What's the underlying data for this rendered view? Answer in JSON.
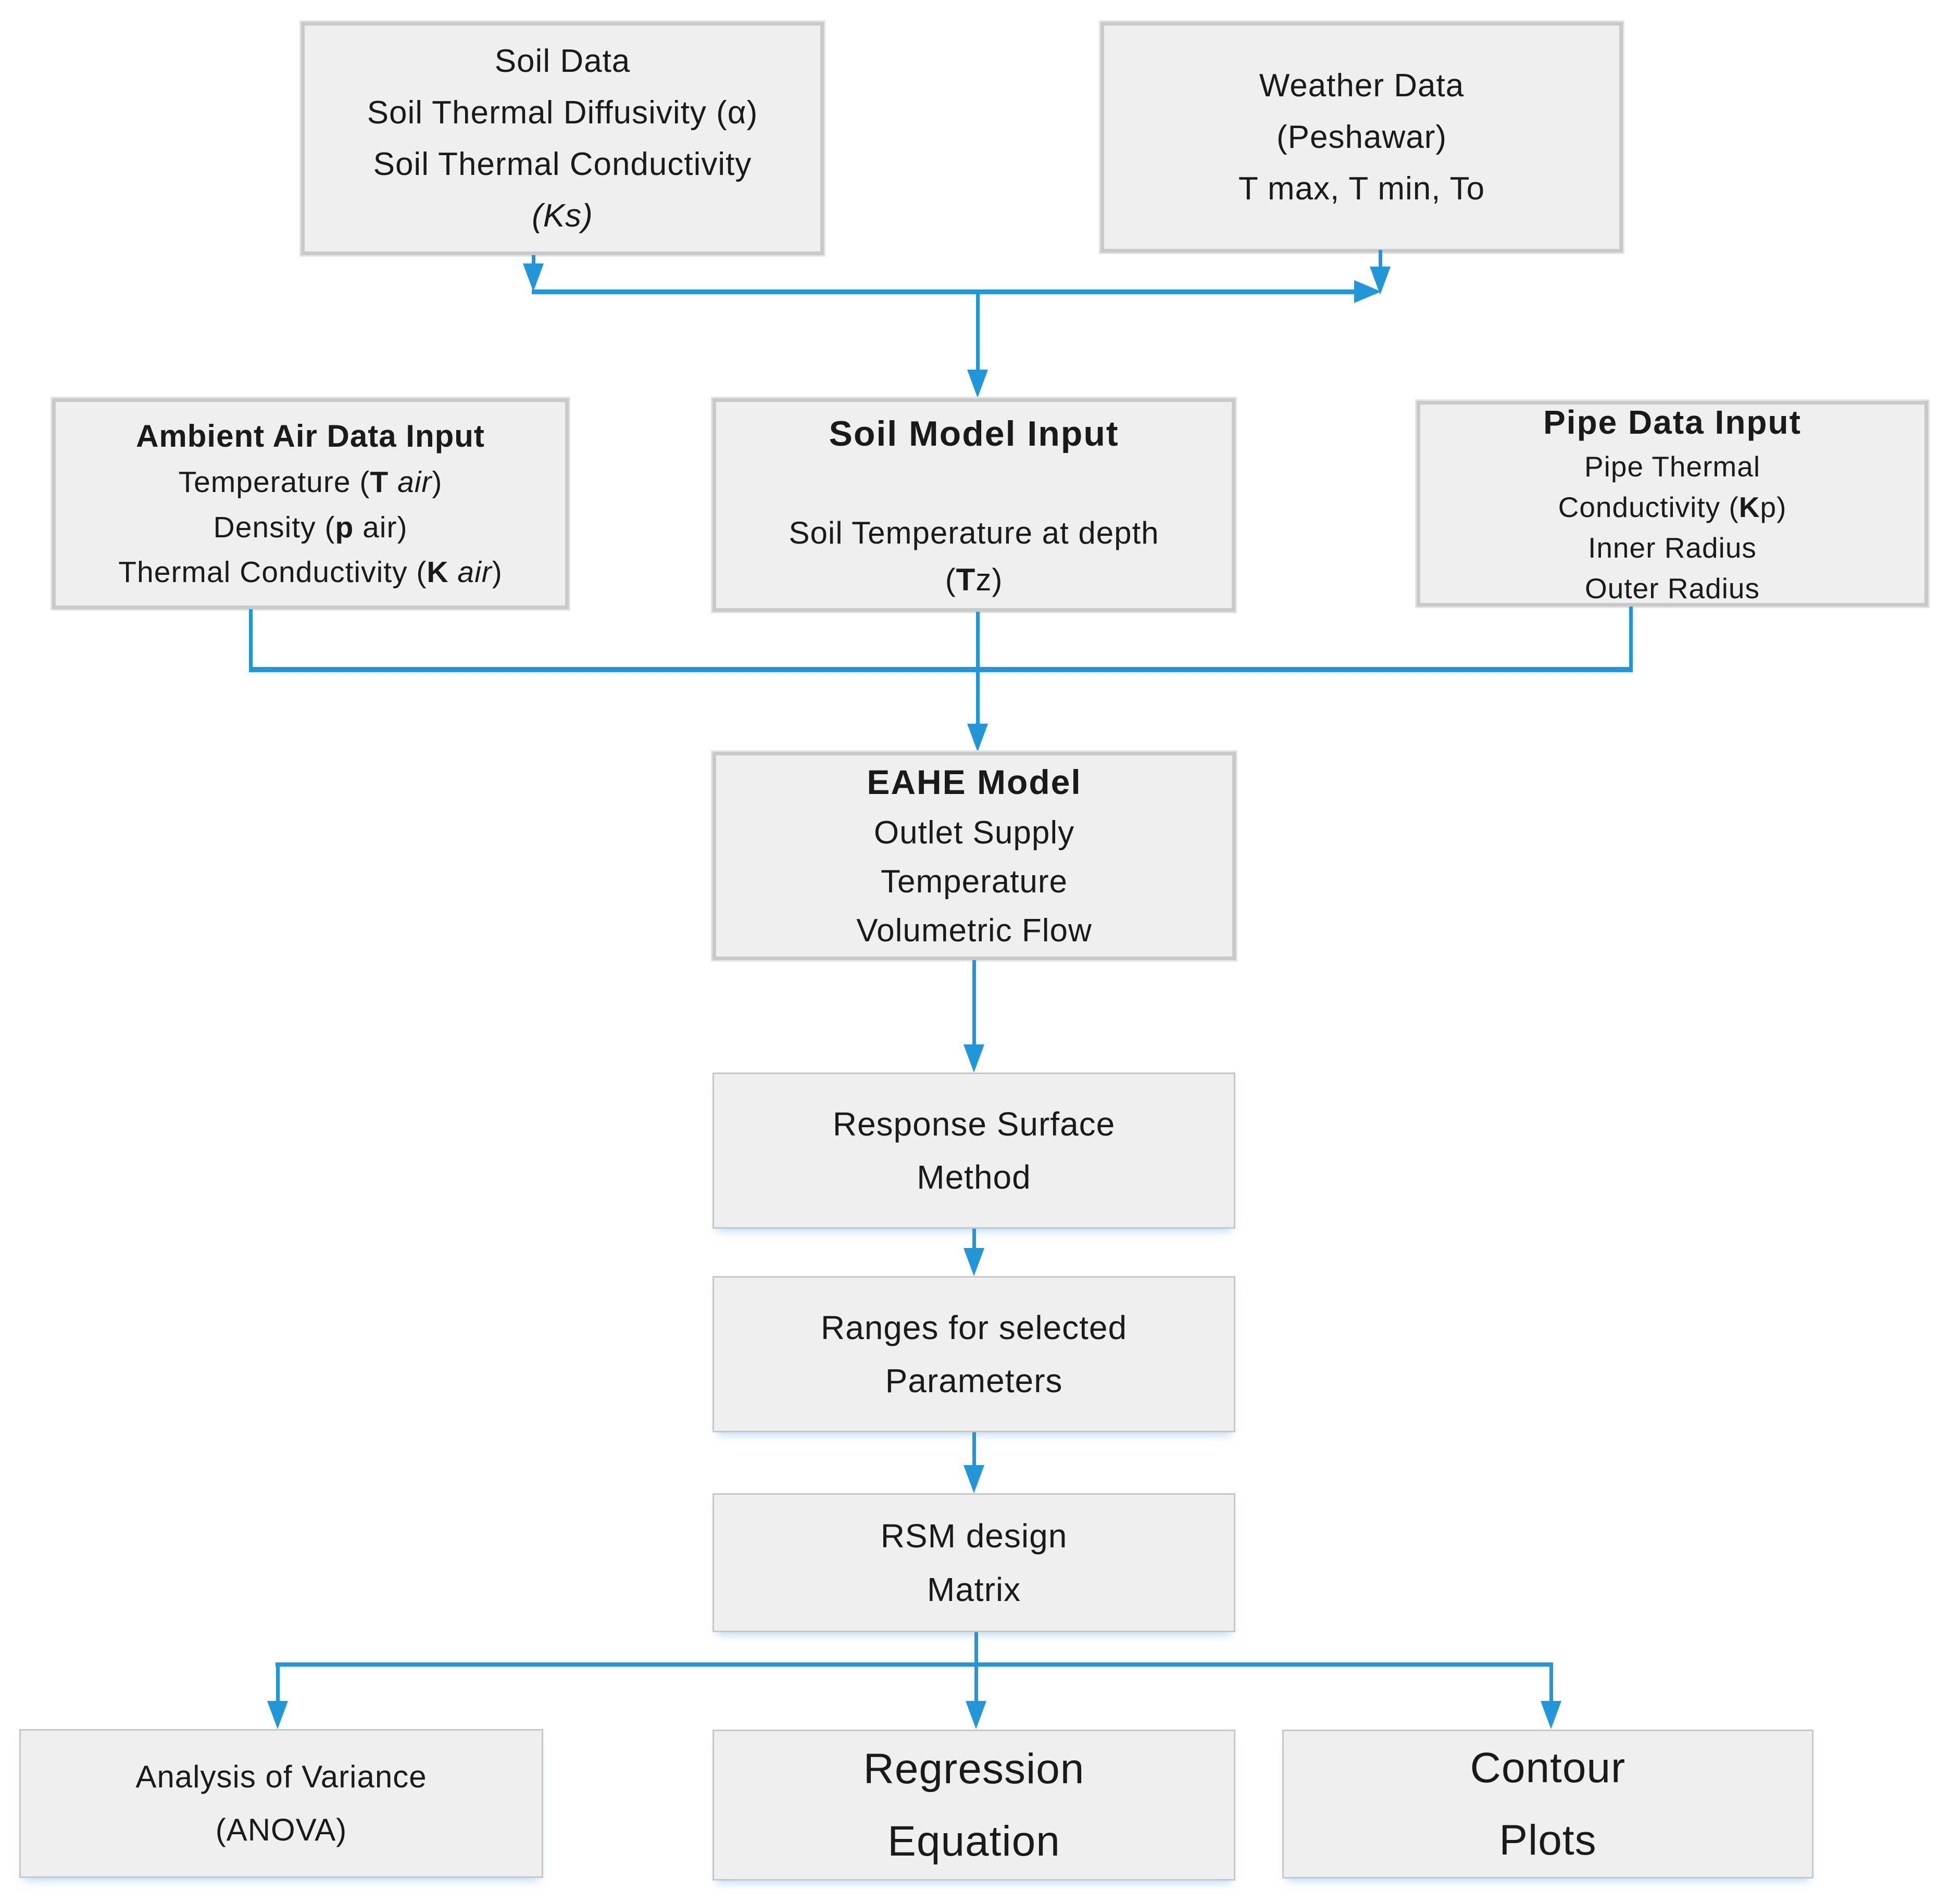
{
  "diagram": {
    "title": "EAHE RSM methodology flowchart",
    "colors": {
      "accent": "#2196d9",
      "box_fill": "#efefef",
      "box_border": "#c9c9c9",
      "background": "#ffffff"
    },
    "nodes": [
      {
        "id": "soil-data",
        "lines": [
          [
            {
              "t": "Soil Data"
            }
          ],
          [
            {
              "t": "Soil Thermal Diffusivity (α)"
            }
          ],
          [
            {
              "t": "Soil Thermal Conductivity"
            }
          ],
          [
            {
              "t": "(Ks)",
              "s": "i"
            }
          ]
        ]
      },
      {
        "id": "weather-data",
        "lines": [
          [
            {
              "t": "Weather Data"
            }
          ],
          [
            {
              "t": "(Peshawar)"
            }
          ],
          [
            {
              "t": "T max, T min, To"
            }
          ]
        ]
      },
      {
        "id": "ambient-air",
        "lines": [
          [
            {
              "t": "Ambient Air Data Input",
              "s": "b"
            }
          ],
          [
            {
              "t": "Temperature ("
            },
            {
              "t": "T",
              "s": "b"
            },
            {
              "t": " "
            },
            {
              "t": "air",
              "s": "i"
            },
            {
              "t": ")"
            }
          ],
          [
            {
              "t": "Density ("
            },
            {
              "t": "p",
              "s": "b"
            },
            {
              "t": " air)"
            }
          ],
          [
            {
              "t": "Thermal Conductivity ("
            },
            {
              "t": "K",
              "s": "b"
            },
            {
              "t": " "
            },
            {
              "t": "air",
              "s": "i"
            },
            {
              "t": ")"
            }
          ]
        ]
      },
      {
        "id": "soil-model",
        "lines": [
          [
            {
              "t": "Soil Model Input",
              "s": "b"
            }
          ],
          [
            {
              "t": "Soil Temperature at depth"
            }
          ],
          [
            {
              "t": "("
            },
            {
              "t": "T",
              "s": "b"
            },
            {
              "t": "z)"
            }
          ]
        ]
      },
      {
        "id": "pipe-data",
        "lines": [
          [
            {
              "t": "Pipe Data Input",
              "s": "b"
            }
          ],
          [
            {
              "t": "Pipe Thermal"
            }
          ],
          [
            {
              "t": "Conductivity ("
            },
            {
              "t": "K",
              "s": "b"
            },
            {
              "t": "p)"
            }
          ],
          [
            {
              "t": "Inner Radius"
            }
          ],
          [
            {
              "t": "Outer Radius"
            }
          ]
        ]
      },
      {
        "id": "eahe",
        "lines": [
          [
            {
              "t": "EAHE Model",
              "s": "b"
            }
          ],
          [
            {
              "t": "Outlet Supply"
            }
          ],
          [
            {
              "t": "Temperature"
            }
          ],
          [
            {
              "t": "Volumetric Flow"
            }
          ]
        ]
      },
      {
        "id": "response-surface",
        "lines": [
          [
            {
              "t": "Response Surface"
            }
          ],
          [
            {
              "t": "Method"
            }
          ]
        ]
      },
      {
        "id": "ranges",
        "lines": [
          [
            {
              "t": "Ranges for selected"
            }
          ],
          [
            {
              "t": "Parameters"
            }
          ]
        ]
      },
      {
        "id": "rsm-matrix",
        "lines": [
          [
            {
              "t": "RSM design"
            }
          ],
          [
            {
              "t": "Matrix"
            }
          ]
        ]
      },
      {
        "id": "anova",
        "lines": [
          [
            {
              "t": "Analysis of Variance"
            }
          ],
          [
            {
              "t": "(ANOVA)"
            }
          ]
        ]
      },
      {
        "id": "regression",
        "lines": [
          [
            {
              "t": "Regression"
            }
          ],
          [
            {
              "t": "Equation"
            }
          ]
        ]
      },
      {
        "id": "contour",
        "lines": [
          [
            {
              "t": "Contour"
            }
          ],
          [
            {
              "t": "Plots"
            }
          ]
        ]
      }
    ]
  }
}
